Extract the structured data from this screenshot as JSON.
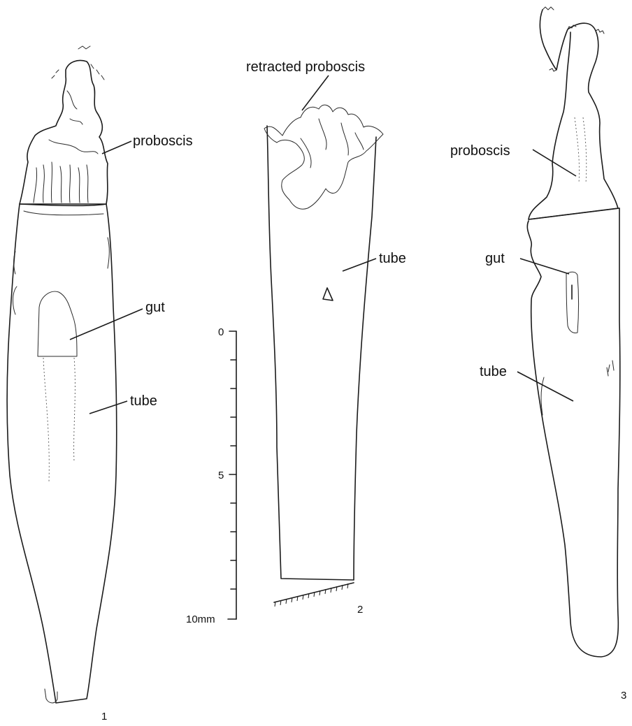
{
  "labels": {
    "fig1_proboscis": "proboscis",
    "fig1_gut": "gut",
    "fig1_tube": "tube",
    "fig2_retracted": "retracted proboscis",
    "fig2_tube": "tube",
    "fig3_proboscis": "proboscis",
    "fig3_gut": "gut",
    "fig3_tube": "tube"
  },
  "figure_numbers": [
    "1",
    "2",
    "3"
  ],
  "scale_bar": {
    "ticks": [
      "0",
      "5",
      "10mm"
    ]
  }
}
